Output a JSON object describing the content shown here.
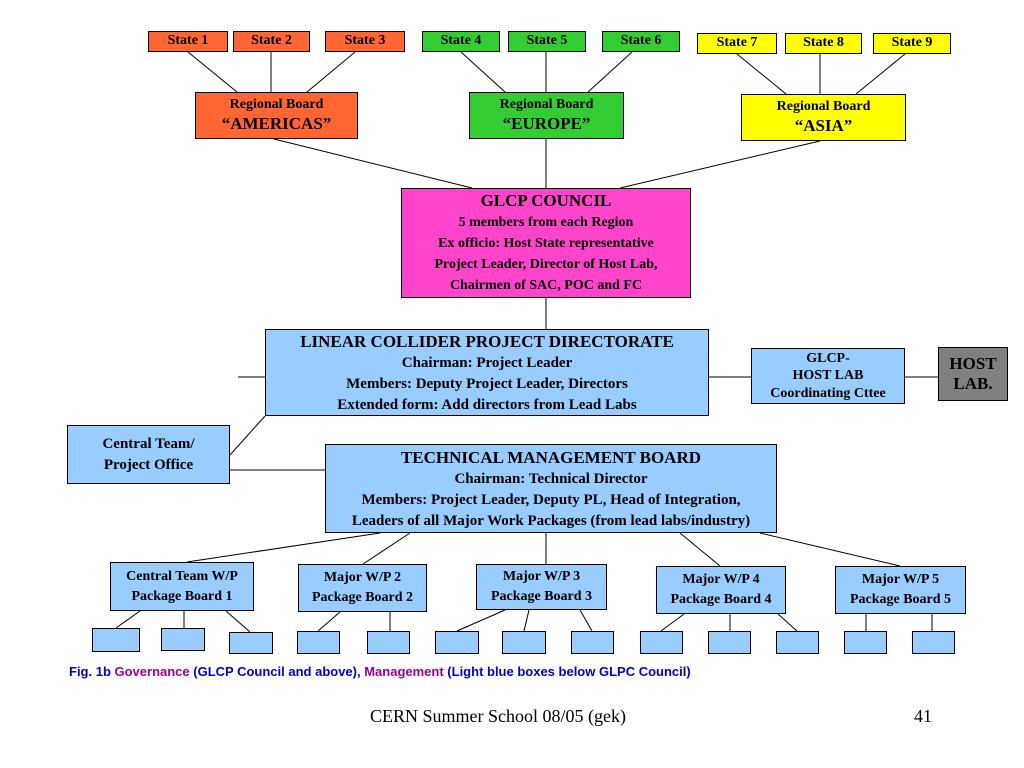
{
  "states": [
    {
      "label": "State 1",
      "color": "#ff6633"
    },
    {
      "label": "State 2",
      "color": "#ff6633"
    },
    {
      "label": "State 3",
      "color": "#ff6633"
    },
    {
      "label": "State 4",
      "color": "#33cc33"
    },
    {
      "label": "State 5",
      "color": "#33cc33"
    },
    {
      "label": "State 6",
      "color": "#33cc33"
    },
    {
      "label": "State 7",
      "color": "#ffff00"
    },
    {
      "label": "State 8",
      "color": "#ffff00"
    },
    {
      "label": "State 9",
      "color": "#ffff00"
    }
  ],
  "regions": [
    {
      "label": "Regional Board",
      "name": "“AMERICAS”",
      "color": "#ff6633"
    },
    {
      "label": "Regional Board",
      "name": "“EUROPE”",
      "color": "#33cc33"
    },
    {
      "label": "Regional Board",
      "name": "“ASIA”",
      "color": "#ffff00"
    }
  ],
  "council": {
    "title": "GLCP COUNCIL",
    "line1": "5 members from each Region",
    "line2": "Ex officio: Host State representative",
    "line3": "Project Leader, Director of Host Lab,",
    "line4": "Chairmen of SAC, POC and FC",
    "color": "#ff44cc"
  },
  "directorate": {
    "title": "LINEAR COLLIDER PROJECT DIRECTORATE",
    "line1": "Chairman: Project Leader",
    "line2": "Members: Deputy Project Leader, Directors",
    "line3": "Extended form: Add directors from Lead Labs"
  },
  "coord": {
    "line1": "GLCP-",
    "line2": "HOST LAB",
    "line3": "Coordinating Cttee"
  },
  "host_lab": {
    "line1": "HOST",
    "line2": "LAB.",
    "color": "#808080"
  },
  "central_team": {
    "line1": "Central Team/",
    "line2": "Project Office"
  },
  "tmb": {
    "title": "TECHNICAL MANAGEMENT BOARD",
    "line1": "Chairman: Technical Director",
    "line2": "Members: Project Leader, Deputy PL, Head of Integration,",
    "line3": "Leaders of all Major Work Packages (from lead labs/industry)"
  },
  "work_packages": [
    {
      "line1": "Central Team W/P",
      "line2": "Package Board 1"
    },
    {
      "line1": "Major W/P 2",
      "line2": "Package Board 2"
    },
    {
      "line1": "Major W/P 3",
      "line2": "Package Board 3"
    },
    {
      "line1": "Major W/P 4",
      "line2": "Package Board 4"
    },
    {
      "line1": "Major W/P 5",
      "line2": "Package Board 5"
    }
  ],
  "light_blue": "#99ccff",
  "caption": {
    "prefix": "Fig. 1b ",
    "governance": "Governance",
    "governance_scope": " (GLCP Council and above), ",
    "management": "Management",
    "management_scope": " (Light blue boxes below GLPC Council)"
  },
  "footer": {
    "source": "CERN Summer School 08/05 (gek)",
    "page": "41"
  }
}
